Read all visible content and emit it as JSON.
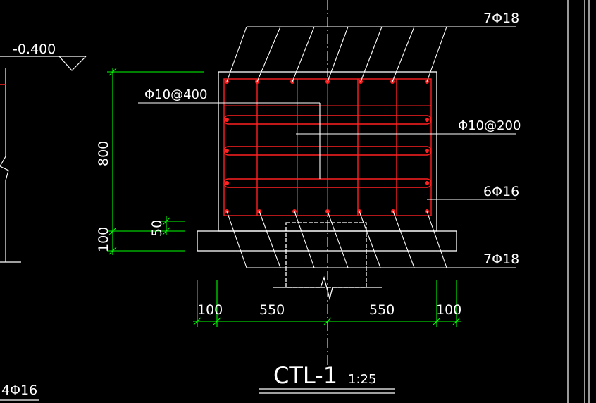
{
  "drawing": {
    "title": "CTL-1",
    "scale": "1:25"
  },
  "labels": {
    "top_bars": "7Φ18",
    "stirrup_vertical": "Φ10@400",
    "stirrup_horizontal": "Φ10@200",
    "side_bars": "6Φ16",
    "bottom_bars": "7Φ18",
    "elevation": "-0.400",
    "left_bars": "4Φ16"
  },
  "dimensions": {
    "height_main": "800",
    "height_cover": "50",
    "height_base": "100",
    "width_left_edge": "100",
    "width_left_half": "550",
    "width_right_half": "550",
    "width_right_edge": "100"
  },
  "colors": {
    "background": "#000000",
    "lines": "#ffffff",
    "rebar": "#ff2020",
    "dimension": "#00ff00"
  }
}
